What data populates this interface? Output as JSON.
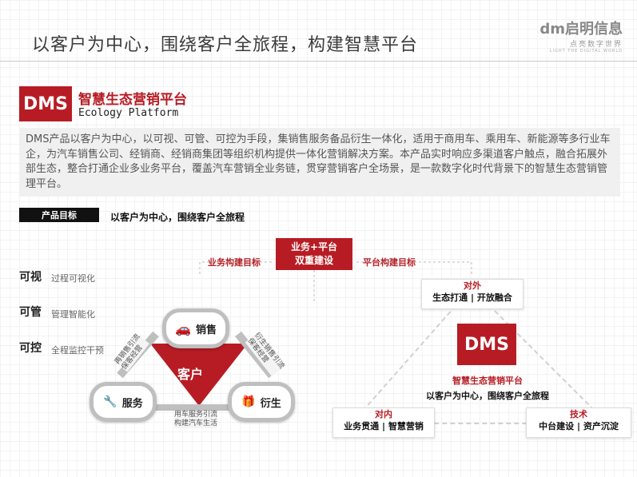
{
  "header": {
    "title": "以客户为中心，围绕客户全旅程，构建智慧平台",
    "logo_mark": "dm启明信息",
    "logo_tagline": "点亮数字世界",
    "logo_tagline_en": "LIGHT THE DIGITAL WORLD"
  },
  "dms": {
    "badge": "DMS",
    "title": "智慧生态营销平台",
    "subtitle": "Ecology Platform",
    "description": "DMS产品以客户为中心，以可视、可管、可控为手段，集销售服务备品衍生一体化，适用于商用车、乘用车、新能源等多行业车企，为汽车销售公司、经销商、经销商集团等组织机构提供一体化营销解决方案。本产品实时响应多渠道客户触点，融合拓展外部生态，整合打通企业多业务平台，覆盖汽车营销全业务链，贯穿营销客户全场景，是一款数字化时代背景下的智慧生态营销管理平台。"
  },
  "goal": {
    "badge": "产品目标",
    "text": "以客户为中心，围绕客户全旅程"
  },
  "controls": [
    {
      "label": "可视",
      "desc": "过程可视化"
    },
    {
      "label": "可管",
      "desc": "管理智能化"
    },
    {
      "label": "可控",
      "desc": "全程监控干预"
    }
  ],
  "center": {
    "line1": "业务+平台",
    "line2": "双重建设",
    "left_label": "业务构建目标",
    "right_label": "平台构建目标"
  },
  "cycle": {
    "core": "客户",
    "sales": "销售",
    "service": "服务",
    "derivative": "衍生",
    "link_left": [
      "再销售引流",
      "保客经营"
    ],
    "link_right": [
      "衍生销售引流",
      "保客经营"
    ],
    "link_bottom": [
      "用车服务引流",
      "构建汽车生活"
    ]
  },
  "triangle": {
    "top_head": "对外",
    "top_body": "生态打通 | 开放融合",
    "center_badge": "DMS",
    "center_title": "智慧生态营销平台",
    "center_sub": "以客户为中心，围绕客户全旅程",
    "left_head": "对内",
    "left_body": "业务贯通 | 智慧营销",
    "right_head": "技术",
    "right_body": "中台建设 | 资产沉淀"
  },
  "colors": {
    "accent": "#b71c24",
    "gray": "#bfbfbf"
  }
}
